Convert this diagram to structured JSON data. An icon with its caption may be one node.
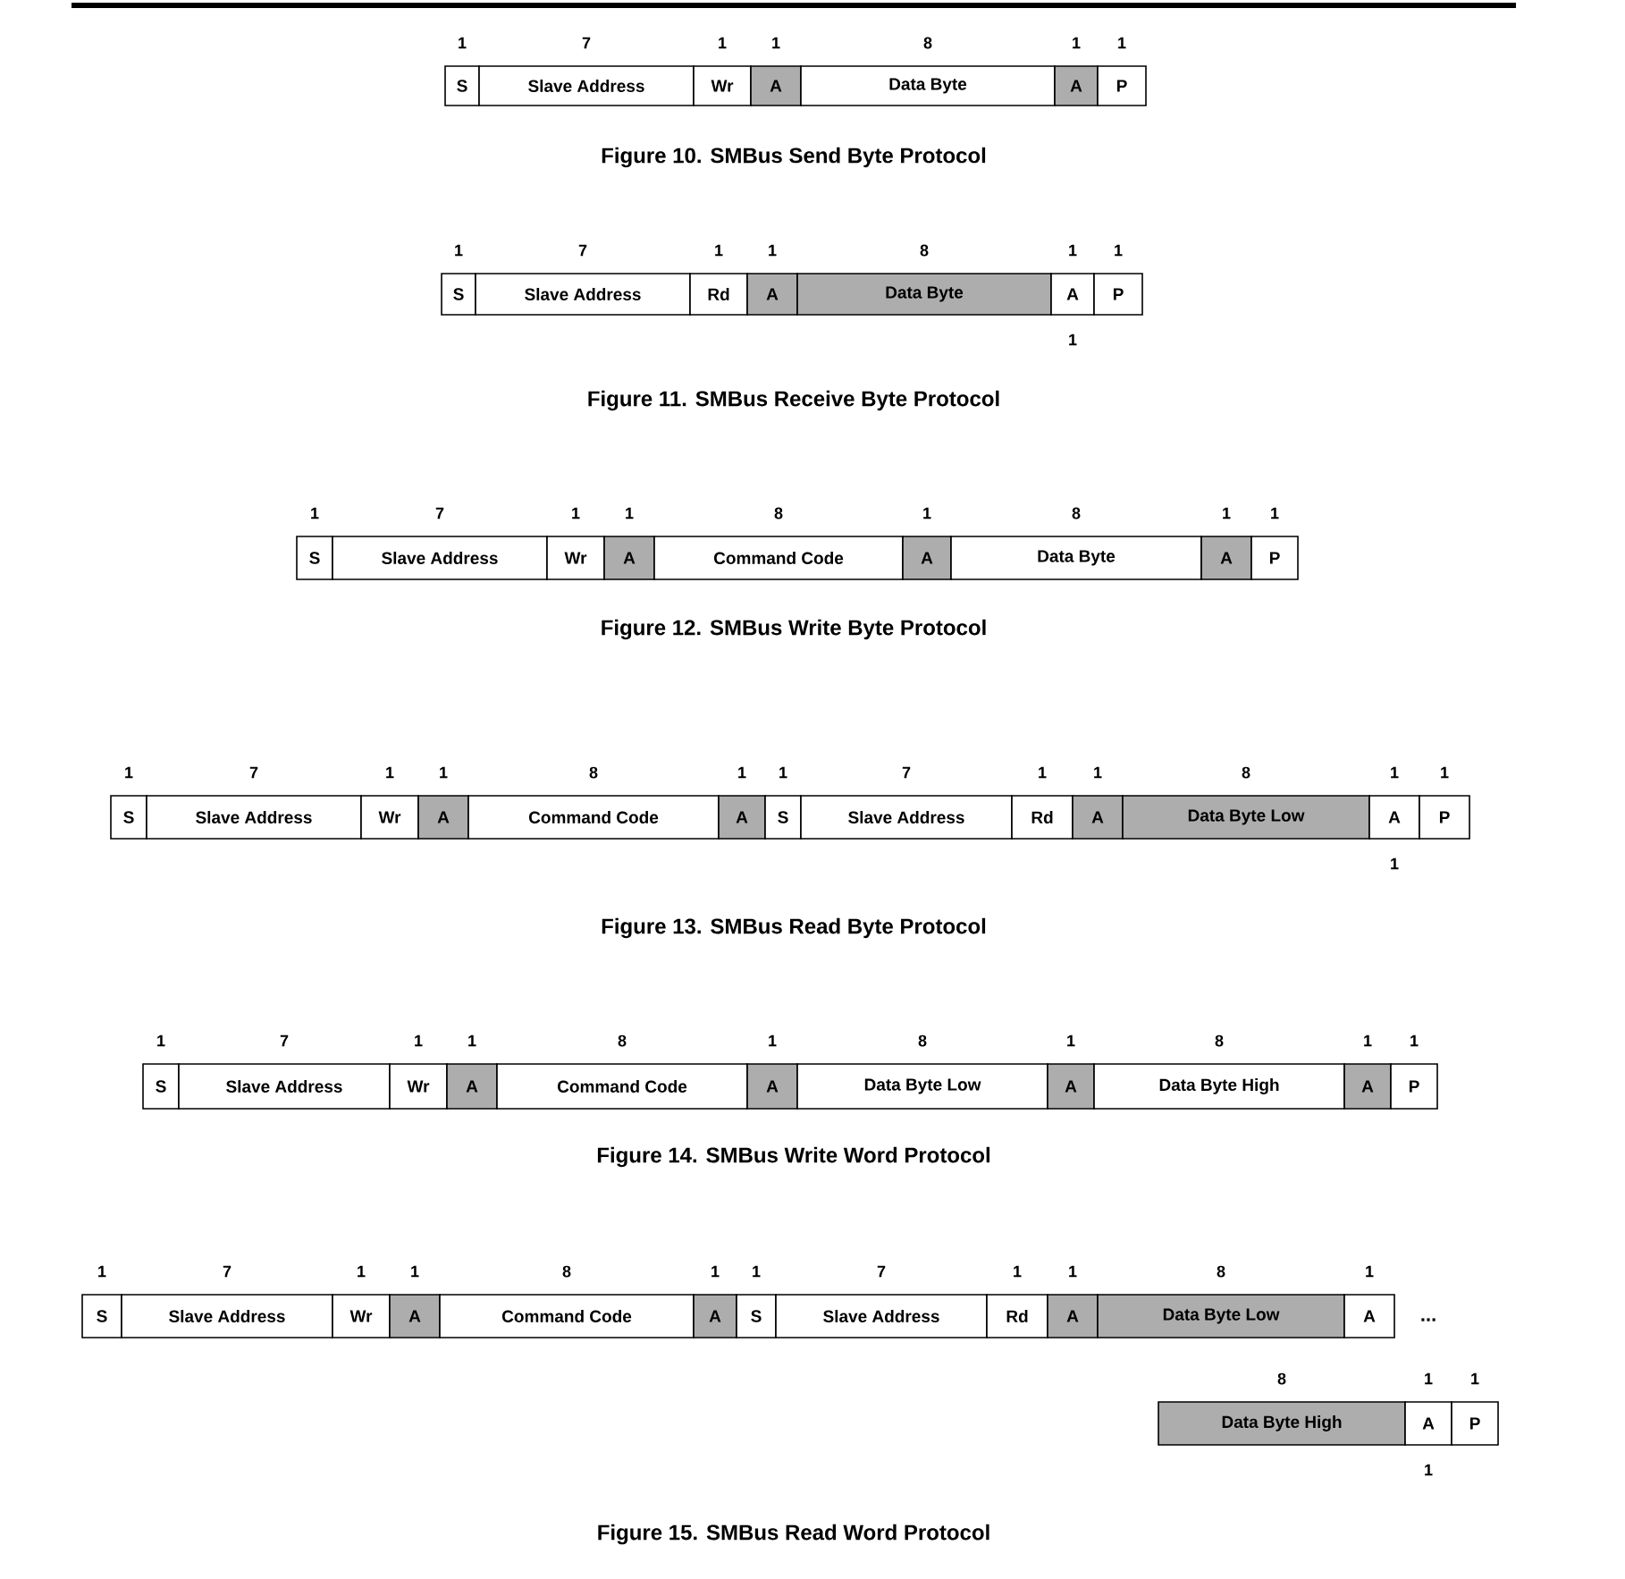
{
  "diagram": {
    "nodes": [
      {
        "text": [
          "S"
        ],
        "beside": [
          "1"
        ]
      },
      {
        "text": [
          "Slave Address"
        ],
        "beside": [
          "7"
        ]
      },
      {
        "text": [
          "Wr"
        ],
        "beside": [
          "1"
        ]
      },
      {
        "text": [
          "A"
        ],
        "beside": [
          "1"
        ]
      },
      {
        "text": [
          "Data Byte"
        ],
        "beside": [
          "8"
        ]
      },
      {
        "text": [
          "A"
        ],
        "beside": [
          "1"
        ]
      },
      {
        "text": [
          "P"
        ],
        "beside": [
          "1"
        ]
      },
      {
        "text": [
          "S"
        ],
        "beside": [
          "1"
        ]
      },
      {
        "text": [
          "Slave Address"
        ],
        "beside": [
          "7"
        ]
      },
      {
        "text": [
          "Rd"
        ],
        "beside": [
          "1"
        ]
      },
      {
        "text": [
          "A"
        ],
        "beside": [
          "1"
        ]
      },
      {
        "text": [
          "Data Byte"
        ],
        "beside": [
          "8"
        ]
      },
      {
        "text": [
          "A"
        ],
        "beside": [
          "1",
          "1"
        ]
      },
      {
        "text": [
          "P"
        ],
        "beside": [
          "1"
        ]
      },
      {
        "text": [
          "S"
        ],
        "beside": [
          "1"
        ]
      },
      {
        "text": [
          "Slave Address"
        ],
        "beside": [
          "7"
        ]
      },
      {
        "text": [
          "Wr"
        ],
        "beside": [
          "1"
        ]
      },
      {
        "text": [
          "A"
        ],
        "beside": [
          "1"
        ]
      },
      {
        "text": [
          "Command Code"
        ],
        "beside": [
          "8"
        ]
      },
      {
        "text": [
          "A"
        ],
        "beside": [
          "1"
        ]
      },
      {
        "text": [
          "Data Byte"
        ],
        "beside": [
          "8"
        ]
      },
      {
        "text": [
          "A"
        ],
        "beside": [
          "1"
        ]
      },
      {
        "text": [
          "P"
        ],
        "beside": [
          "1"
        ]
      },
      {
        "text": [
          "S"
        ],
        "beside": [
          "1"
        ]
      },
      {
        "text": [
          "Slave Address"
        ],
        "beside": [
          "7"
        ]
      },
      {
        "text": [
          "Wr"
        ],
        "beside": [
          "1"
        ]
      },
      {
        "text": [
          "A"
        ],
        "beside": [
          "1"
        ]
      },
      {
        "text": [
          "Command Code"
        ],
        "beside": [
          "8"
        ]
      },
      {
        "text": [
          "A"
        ],
        "beside": [
          "1"
        ]
      },
      {
        "text": [
          "S"
        ],
        "beside": [
          "1"
        ]
      },
      {
        "text": [
          "Slave Address"
        ],
        "beside": [
          "7"
        ]
      },
      {
        "text": [
          "Rd"
        ],
        "beside": [
          "1"
        ]
      },
      {
        "text": [
          "A"
        ],
        "beside": [
          "1"
        ]
      },
      {
        "text": [
          "Data Byte Low"
        ],
        "beside": [
          "8"
        ]
      },
      {
        "text": [
          "A"
        ],
        "beside": [
          "1",
          "1"
        ]
      },
      {
        "text": [
          "P"
        ],
        "beside": [
          "1"
        ]
      },
      {
        "text": [
          "S"
        ],
        "beside": [
          "1"
        ]
      },
      {
        "text": [
          "Slave Address"
        ],
        "beside": [
          "7"
        ]
      },
      {
        "text": [
          "Wr"
        ],
        "beside": [
          "1"
        ]
      },
      {
        "text": [
          "A"
        ],
        "beside": [
          "1"
        ]
      },
      {
        "text": [
          "Command Code"
        ],
        "beside": [
          "8"
        ]
      },
      {
        "text": [
          "A"
        ],
        "beside": [
          "1"
        ]
      },
      {
        "text": [
          "Data Byte Low"
        ],
        "beside": [
          "8"
        ]
      },
      {
        "text": [
          "A"
        ],
        "beside": [
          "1"
        ]
      },
      {
        "text": [
          "Data Byte High"
        ],
        "beside": [
          "8"
        ]
      },
      {
        "text": [
          "A"
        ],
        "beside": [
          "1"
        ]
      },
      {
        "text": [
          "P"
        ],
        "beside": [
          "1"
        ]
      },
      {
        "text": [
          "S"
        ],
        "beside": [
          "1"
        ]
      },
      {
        "text": [
          "Slave Address"
        ],
        "beside": [
          "7"
        ]
      },
      {
        "text": [
          "Wr"
        ],
        "beside": [
          "1"
        ]
      },
      {
        "text": [
          "A"
        ],
        "beside": [
          "1"
        ]
      },
      {
        "text": [
          "Command Code"
        ],
        "beside": [
          "8"
        ]
      },
      {
        "text": [
          "A"
        ],
        "beside": [
          "1"
        ]
      },
      {
        "text": [
          "S"
        ],
        "beside": [
          "1"
        ]
      },
      {
        "text": [
          "Slave Address"
        ],
        "beside": [
          "7"
        ]
      },
      {
        "text": [
          "Rd"
        ],
        "beside": [
          "1"
        ]
      },
      {
        "text": [
          "A"
        ],
        "beside": [
          "1"
        ]
      },
      {
        "text": [
          "Data Byte Low"
        ],
        "beside": [
          "8"
        ]
      },
      {
        "text": [
          "A"
        ],
        "beside": [
          "1"
        ]
      },
      {
        "text": [
          "Data Byte High"
        ],
        "beside": [
          "8"
        ]
      },
      {
        "text": [
          "A"
        ],
        "beside": [
          "1",
          "1"
        ]
      },
      {
        "text": [
          "P"
        ],
        "beside": [
          "1"
        ]
      }
    ],
    "labels": [
      "Figure 10. SMBus Send Byte Protocol",
      "Figure 11. SMBus Receive Byte Protocol",
      "Figure 12. SMBus Write Byte Protocol",
      "Figure 13. SMBus Read Byte Protocol",
      "Figure 14. SMBus Write Word Protocol",
      "...",
      "Figure 15. SMBus Read Word Protocol"
    ]
  }
}
